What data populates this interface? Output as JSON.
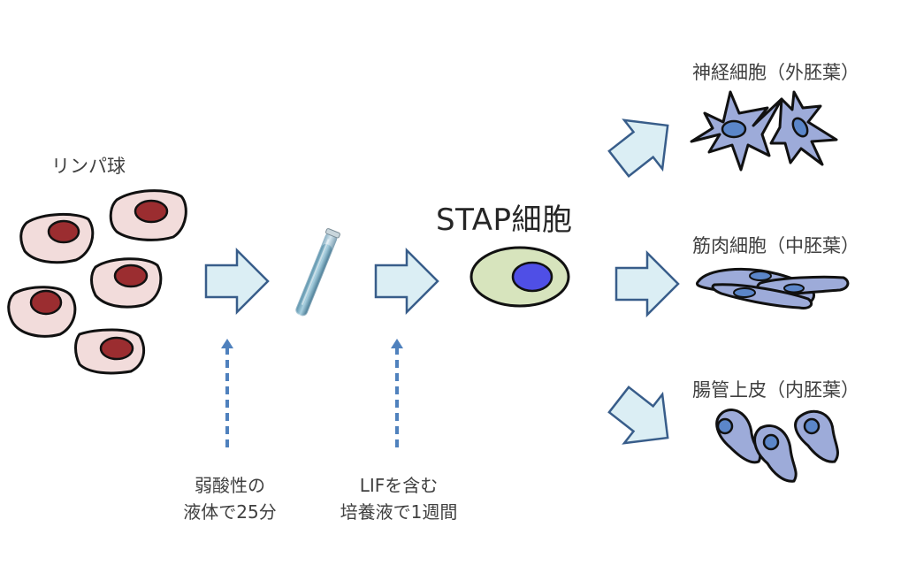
{
  "diagram": {
    "source": {
      "label": "リンパ球",
      "cell_count": 5
    },
    "steps": [
      {
        "name": "acid-treatment",
        "condition_lines": [
          "弱酸性の",
          "液体で25分"
        ]
      },
      {
        "name": "lif-culture",
        "condition_lines": [
          "LIFを含む",
          "培養液で1週間"
        ]
      }
    ],
    "stap": {
      "label": "STAP細胞"
    },
    "outcomes": [
      {
        "label": "神経細胞（外胚葉）",
        "type": "neuron"
      },
      {
        "label": "筋肉細胞（中胚葉）",
        "type": "muscle"
      },
      {
        "label": "腸管上皮（内胚葉）",
        "type": "gut-epithelium"
      }
    ],
    "colors": {
      "lymphocyte_fill": "#f2dcdb",
      "lymphocyte_nucleus": "#9b2d30",
      "arrow_fill": "#dbeef4",
      "arrow_stroke": "#385d8a",
      "dashed_arrow": "#4f81bd",
      "stap_fill": "#d7e4bd",
      "stap_nucleus": "#4f4fe6",
      "diff_cell_fill": "#9dabd9",
      "diff_cell_nucleus": "#5b86c9",
      "outline": "#111111"
    }
  }
}
